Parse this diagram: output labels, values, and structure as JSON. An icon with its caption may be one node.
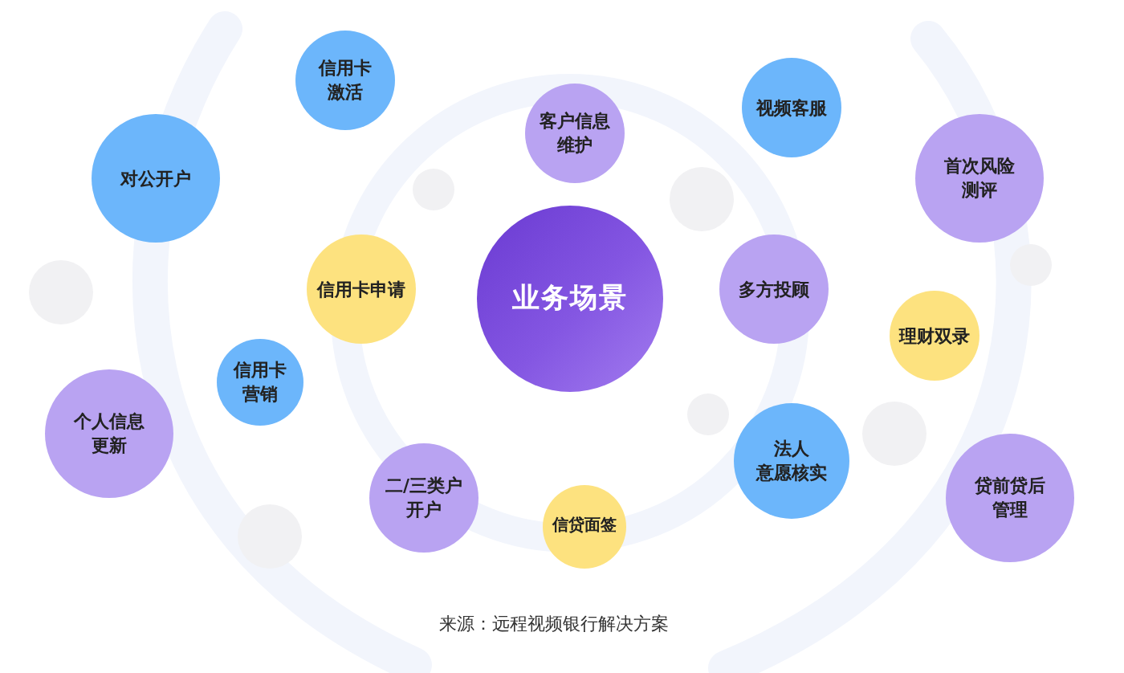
{
  "diagram": {
    "caption": "来源：远程视频银行解决方案",
    "nodes": [
      {
        "text": [
          "业务场景"
        ]
      },
      {
        "text": [
          "信用卡激活"
        ]
      },
      {
        "text": [
          "视频客服"
        ]
      },
      {
        "text": [
          "客户信息维护"
        ]
      },
      {
        "text": [
          "对公开户"
        ]
      },
      {
        "text": [
          "首次风险测评"
        ]
      },
      {
        "text": [
          "信用卡申请"
        ]
      },
      {
        "text": [
          "多方投顾"
        ]
      },
      {
        "text": [
          "理财双录"
        ]
      },
      {
        "text": [
          "信用卡营销"
        ]
      },
      {
        "text": [
          "个人信息更新"
        ]
      },
      {
        "text": [
          "法人意愿核实"
        ]
      },
      {
        "text": [
          "二/三类户开户"
        ]
      },
      {
        "text": [
          "贷前贷后管理"
        ]
      },
      {
        "text": [
          "信贷面签"
        ]
      },
      {
        "text": [],
        "shape": "circle"
      },
      {
        "text": [],
        "shape": "circle"
      },
      {
        "text": [],
        "shape": "circle"
      },
      {
        "text": [],
        "shape": "circle"
      },
      {
        "text": [],
        "shape": "circle"
      },
      {
        "text": [],
        "shape": "circle"
      },
      {
        "text": [],
        "shape": "circle"
      }
    ]
  }
}
